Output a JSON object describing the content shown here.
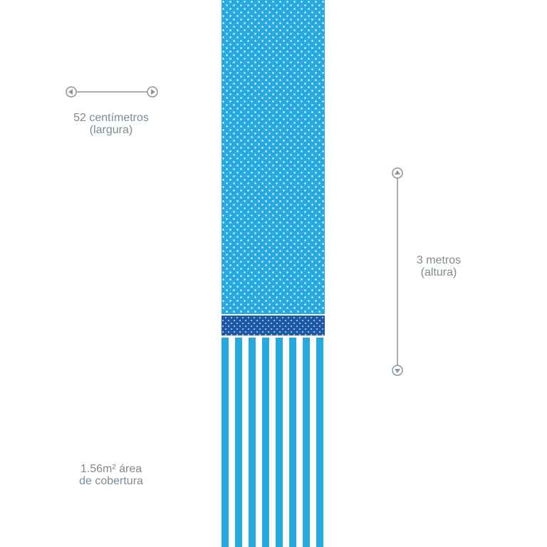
{
  "width_measure": {
    "line1": "52 centímetros",
    "line2": "(largura)"
  },
  "height_measure": {
    "line1": "3 metros",
    "line2": "(altura)"
  },
  "area_measure": {
    "line1": "1.56m² área",
    "line2": "de cobertura"
  },
  "icons": {
    "width_arrow": "horizontal-dimension-arrow-icon",
    "height_arrow": "vertical-dimension-arrow-icon"
  },
  "colors": {
    "background": "#ffffff",
    "text": "#7d8a93",
    "arrow": "#8a959d",
    "panel_light_blue": "#26a9e0",
    "border_dark_blue": "#1e5aa8",
    "stripe_white": "#ffffff",
    "polka_dot": "#ffffff"
  }
}
